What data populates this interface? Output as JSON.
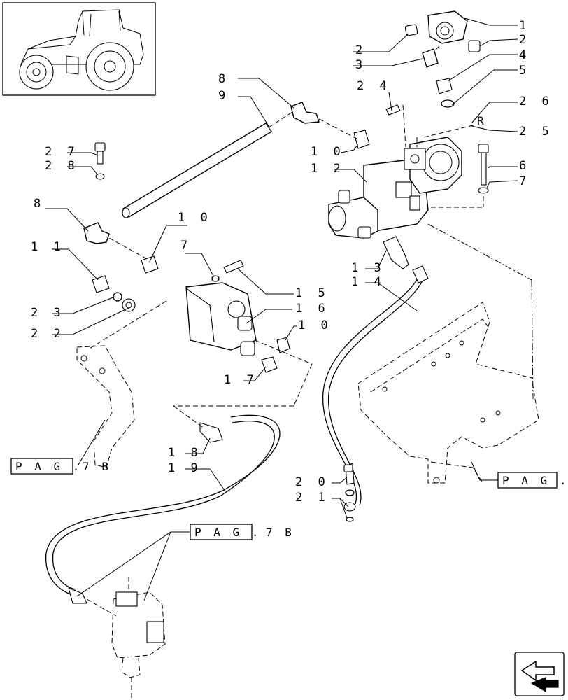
{
  "callouts": {
    "c1": "1",
    "c2a": "2",
    "c2b": "2",
    "c3": "3",
    "c4": "4",
    "c5": "5",
    "c24": "2 4",
    "c26": "2 6",
    "c25": "2 5",
    "c6": "6",
    "c7a": "7",
    "c8a": "8",
    "c9": "9",
    "c27": "2 7",
    "c28": "2 8",
    "c10a": "1 0",
    "c12": "1 2",
    "c8b": "8",
    "c10b": "1 0",
    "c7b": "7",
    "c11": "1 1",
    "c15": "1 5",
    "c16": "1 6",
    "c23": "2 3",
    "c10c": "1 0",
    "c22": "2 2",
    "c13": "1 3",
    "c14": "1 4",
    "c17": "1 7",
    "c18": "1 8",
    "c19": "1 9",
    "c20": "2 0",
    "c21": "2 1",
    "r_mark": "R"
  },
  "page_refs": {
    "left_page": "P A G .",
    "left_page_suffix": "7 B",
    "center_page": "P A G .",
    "center_page_suffix": "7 B",
    "right_page": "P A G ."
  },
  "icons": {
    "thumbnail": "tractor-icon",
    "nav": "next-page-arrow-icon"
  }
}
